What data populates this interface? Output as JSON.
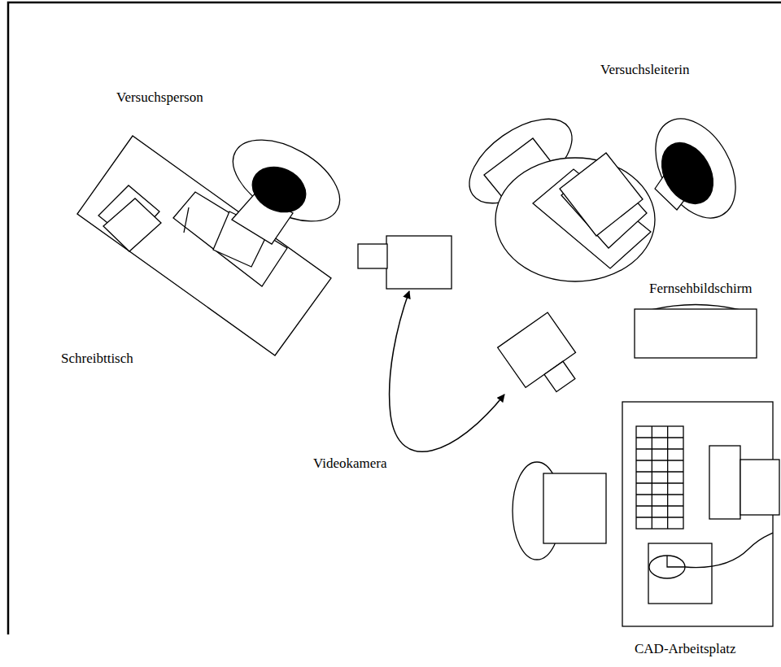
{
  "diagram": {
    "labels": [
      "Versuchsperson",
      "Versuchsleiterin",
      "Schreibttisch",
      "Fernsehbildschirm",
      "Videokamera",
      "CAD-Arbeitsplatz"
    ]
  }
}
